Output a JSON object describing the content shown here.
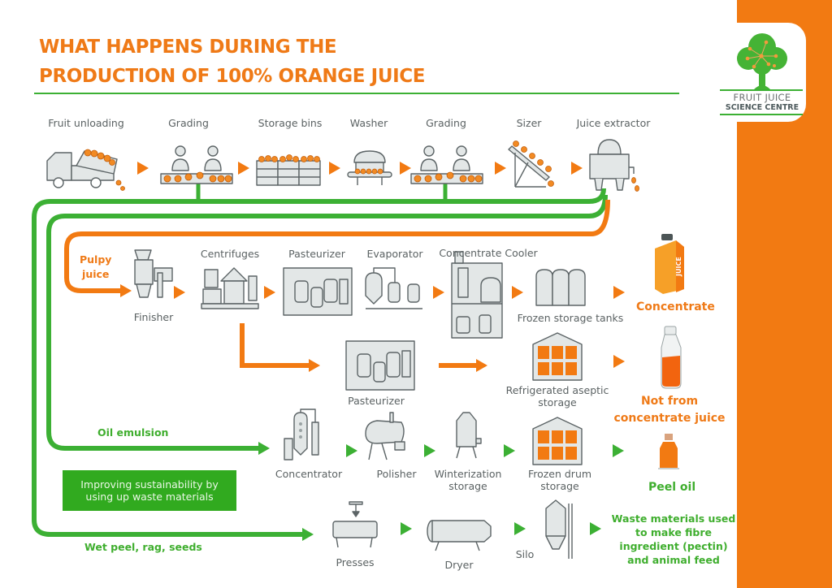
{
  "title": {
    "line1": "WHAT HAPPENS DURING THE",
    "line2": "PRODUCTION OF 100% ORANGE JUICE"
  },
  "logo": {
    "line1": "FRUIT JUICE",
    "line2": "SCIENCE CENTRE",
    "icon": "tree-icon"
  },
  "colors": {
    "orange": "#f27a12",
    "green": "#3cb034",
    "gray_text": "#5b6263",
    "icon_fill": "#e3e7e7",
    "icon_stroke": "#5c6466"
  },
  "top_row": {
    "steps": [
      {
        "label": "Fruit unloading",
        "icon": "dump-truck-icon"
      },
      {
        "label": "Grading",
        "icon": "graders-icon"
      },
      {
        "label": "Storage bins",
        "icon": "storage-bins-icon"
      },
      {
        "label": "Washer",
        "icon": "washer-icon"
      },
      {
        "label": "Grading",
        "icon": "graders-icon"
      },
      {
        "label": "Sizer",
        "icon": "sizer-icon"
      },
      {
        "label": "Juice extractor",
        "icon": "juice-extractor-icon"
      }
    ]
  },
  "juice_branch": {
    "input_label": "Pulpy\njuice",
    "input_line1": "Pulpy",
    "input_line2": "juice",
    "concentrate_steps": [
      {
        "label": "Finisher",
        "icon": "finisher-icon"
      },
      {
        "label": "Centrifuges",
        "icon": "centrifuge-icon"
      },
      {
        "label": "Pasteurizer",
        "icon": "pasteurizer-icon"
      },
      {
        "label": "Evaporator",
        "icon": "evaporator-icon"
      },
      {
        "label": "Concentrate Cooler",
        "icon": "concentrate-cooler-icon"
      },
      {
        "label": "Frozen storage tanks",
        "icon": "storage-tanks-icon"
      }
    ],
    "concentrate_output": "Concentrate",
    "nfc_steps": [
      {
        "label": "Pasteurizer",
        "icon": "pasteurizer-icon"
      },
      {
        "label_line1": "Refrigerated aseptic",
        "label_line2": "storage",
        "icon": "warehouse-icon"
      }
    ],
    "nfc_output_line1": "Not from",
    "nfc_output_line2": "concentrate juice"
  },
  "oil_branch": {
    "input_label": "Oil emulsion",
    "steps": [
      {
        "label": "Concentrator",
        "icon": "concentrator-icon"
      },
      {
        "label": "Polisher",
        "icon": "polisher-icon"
      },
      {
        "label_line1": "Winterization",
        "label_line2": "storage",
        "icon": "winterization-tank-icon"
      },
      {
        "label_line1": "Frozen drum",
        "label_line2": "storage",
        "icon": "warehouse-icon"
      }
    ],
    "output": "Peel oil"
  },
  "waste_branch": {
    "input_label": "Wet peel, rag, seeds",
    "steps": [
      {
        "label": "Presses",
        "icon": "press-icon"
      },
      {
        "label": "Dryer",
        "icon": "dryer-icon"
      },
      {
        "label": "Silo",
        "icon": "silo-icon"
      }
    ],
    "output_lines": [
      "Waste materials used",
      "to make fibre",
      "ingredient (pectin)",
      "and animal feed"
    ]
  },
  "sustainability_note": {
    "line1": "Improving sustainability by",
    "line2": "using up waste materials"
  }
}
